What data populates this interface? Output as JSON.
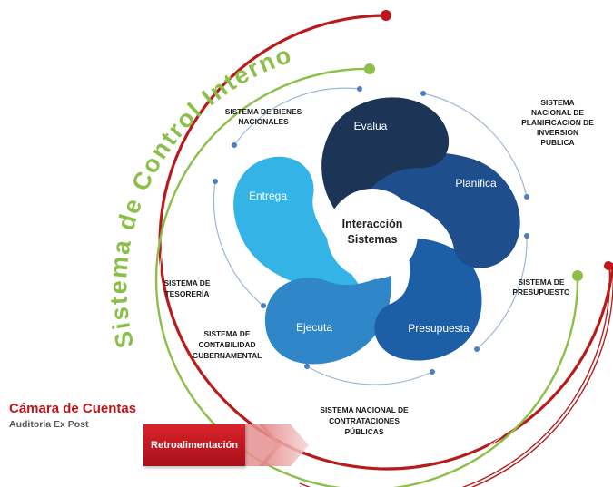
{
  "arc_title": "Sistema de Control Interno",
  "center": {
    "line1": "Interacción",
    "line2": "Sistemas"
  },
  "petals": [
    {
      "label": "Evalua",
      "color": "#1c3556"
    },
    {
      "label": "Planifica",
      "color": "#1f4e8c"
    },
    {
      "label": "Presupuesta",
      "color": "#1d5fa6"
    },
    {
      "label": "Ejecuta",
      "color": "#2f86c8"
    },
    {
      "label": "Entrega",
      "color": "#34b4e6"
    }
  ],
  "systems": {
    "bienes": [
      "SISTEMA DE BIENES",
      "NACIONALES"
    ],
    "planificacion": [
      "SISTEMA",
      "NACIONAL DE",
      "PLANIFICACION DE",
      "INVERSION",
      "PUBLICA"
    ],
    "presupuesto": [
      "SISTEMA DE",
      "PRESUPUESTO"
    ],
    "contrataciones": [
      "SISTEMA NACIONAL DE",
      "CONTRATACIONES",
      "PÚBLICAS"
    ],
    "contabilidad": [
      "SISTEMA DE",
      "CONTABILIDAD",
      "GUBERNAMENTAL"
    ],
    "tesoreria": [
      "SISTEMA DE",
      "TESORERÍA"
    ]
  },
  "camara": {
    "title": "Cámara de Cuentas",
    "subtitle": "Auditoria Ex Post"
  },
  "retro_label": "Retroalimentación",
  "colors": {
    "red": "#c0151b",
    "green": "#8cbf4a",
    "dot_blue": "#4a7fc1"
  }
}
